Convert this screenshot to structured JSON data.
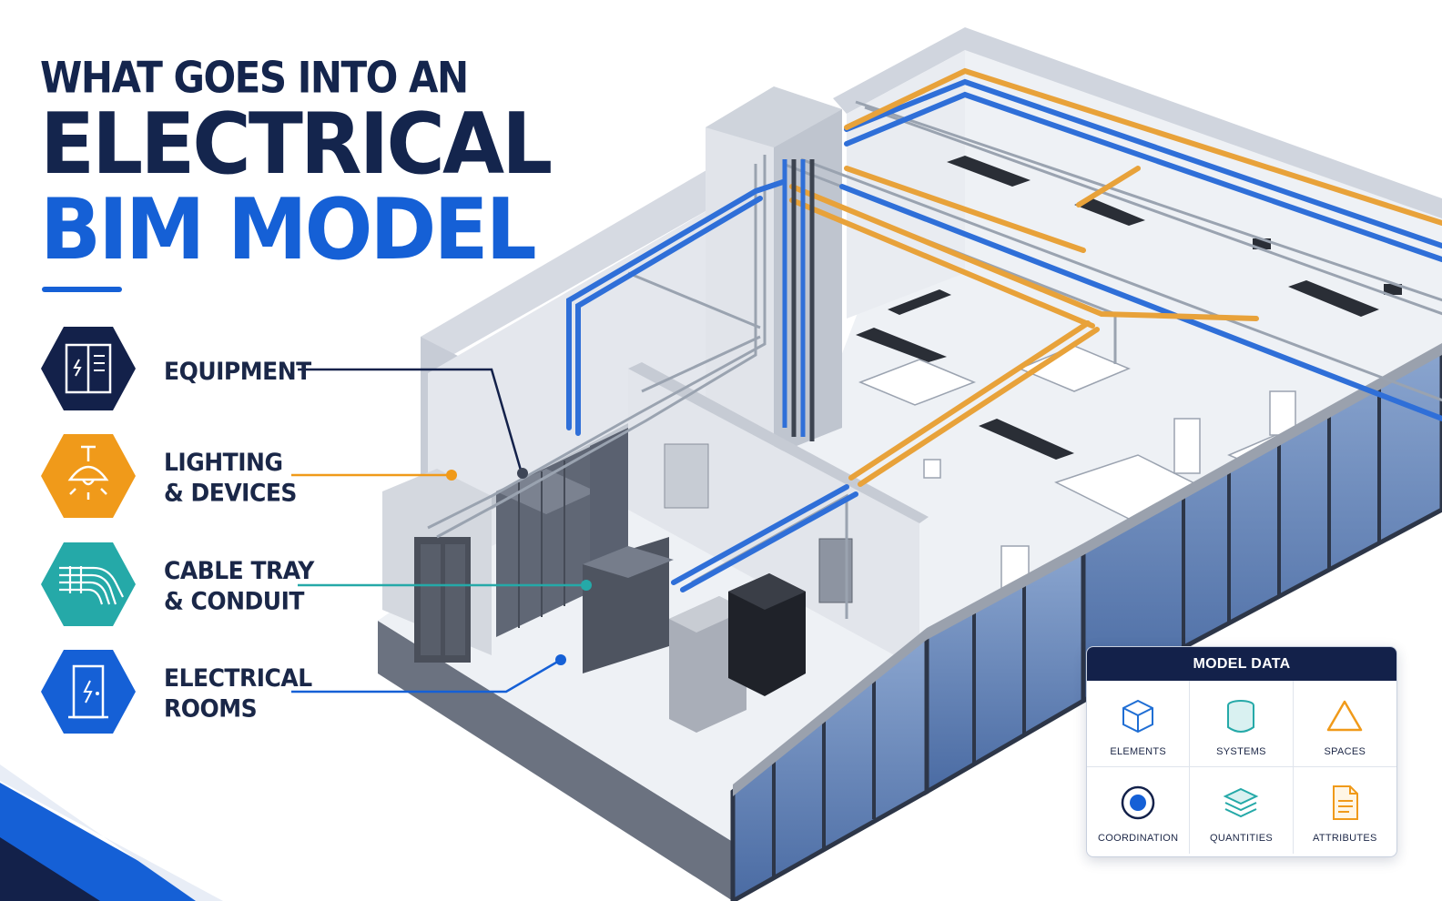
{
  "title": {
    "line1": "WHAT GOES INTO AN",
    "line2": "ELECTRICAL",
    "line3": "BIM MODEL"
  },
  "colors": {
    "navy": "#14254d",
    "blue": "#1560d6",
    "orange": "#f09a1a",
    "teal": "#25a9a8",
    "cable_blue": "#2f6fd8",
    "cable_orange": "#e8a23a"
  },
  "legend": [
    {
      "line1": "EQUIPMENT",
      "line2": "",
      "icon": "electrical-panel-icon",
      "color": "#13214a"
    },
    {
      "line1": "LIGHTING",
      "line2": "& DEVICES",
      "icon": "ceiling-lamp-icon",
      "color": "#f09a1a"
    },
    {
      "line1": "CABLE TRAY",
      "line2": "& CONDUIT",
      "icon": "cable-tray-icon",
      "color": "#25a9a8"
    },
    {
      "line1": "ELECTRICAL",
      "line2": "ROOMS",
      "icon": "electrical-door-icon",
      "color": "#1560d6"
    }
  ],
  "panel": {
    "header": "MODEL DATA",
    "items": [
      {
        "label": "ELEMENTS",
        "icon": "cube-icon"
      },
      {
        "label": "SYSTEMS",
        "icon": "cylinder-icon"
      },
      {
        "label": "SPACES",
        "icon": "triangle-icon"
      },
      {
        "label": "COORDINATION",
        "icon": "target-icon"
      },
      {
        "label": "QUANTITIES",
        "icon": "layers-icon"
      },
      {
        "label": "ATTRIBUTES",
        "icon": "document-icon"
      }
    ]
  }
}
